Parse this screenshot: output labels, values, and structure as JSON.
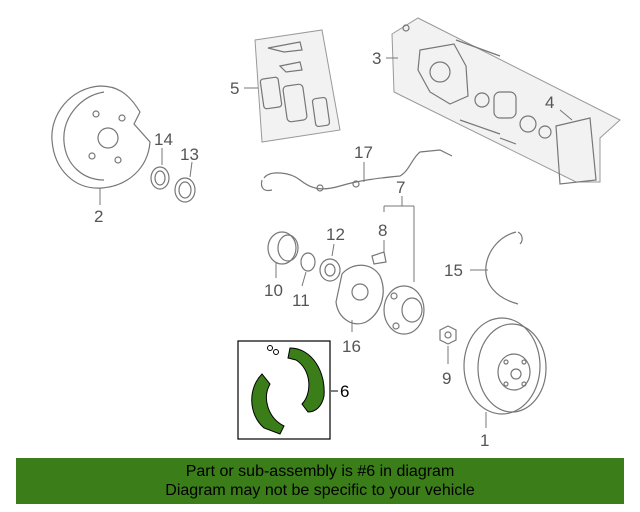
{
  "callouts": {
    "c1": "1",
    "c2": "2",
    "c3": "3",
    "c4": "4",
    "c5": "5",
    "c6": "6",
    "c7": "7",
    "c8": "8",
    "c9": "9",
    "c10": "10",
    "c11": "11",
    "c12": "12",
    "c13": "13",
    "c14": "14",
    "c15": "15",
    "c16": "16",
    "c17": "17"
  },
  "highlight": {
    "part_number": "6",
    "fill_color": "#3a7d19"
  },
  "banner": {
    "line1": "Part or sub-assembly is #6 in diagram",
    "line2": "Diagram may not be specific to your vehicle",
    "bg_color": "#3a7d19"
  }
}
